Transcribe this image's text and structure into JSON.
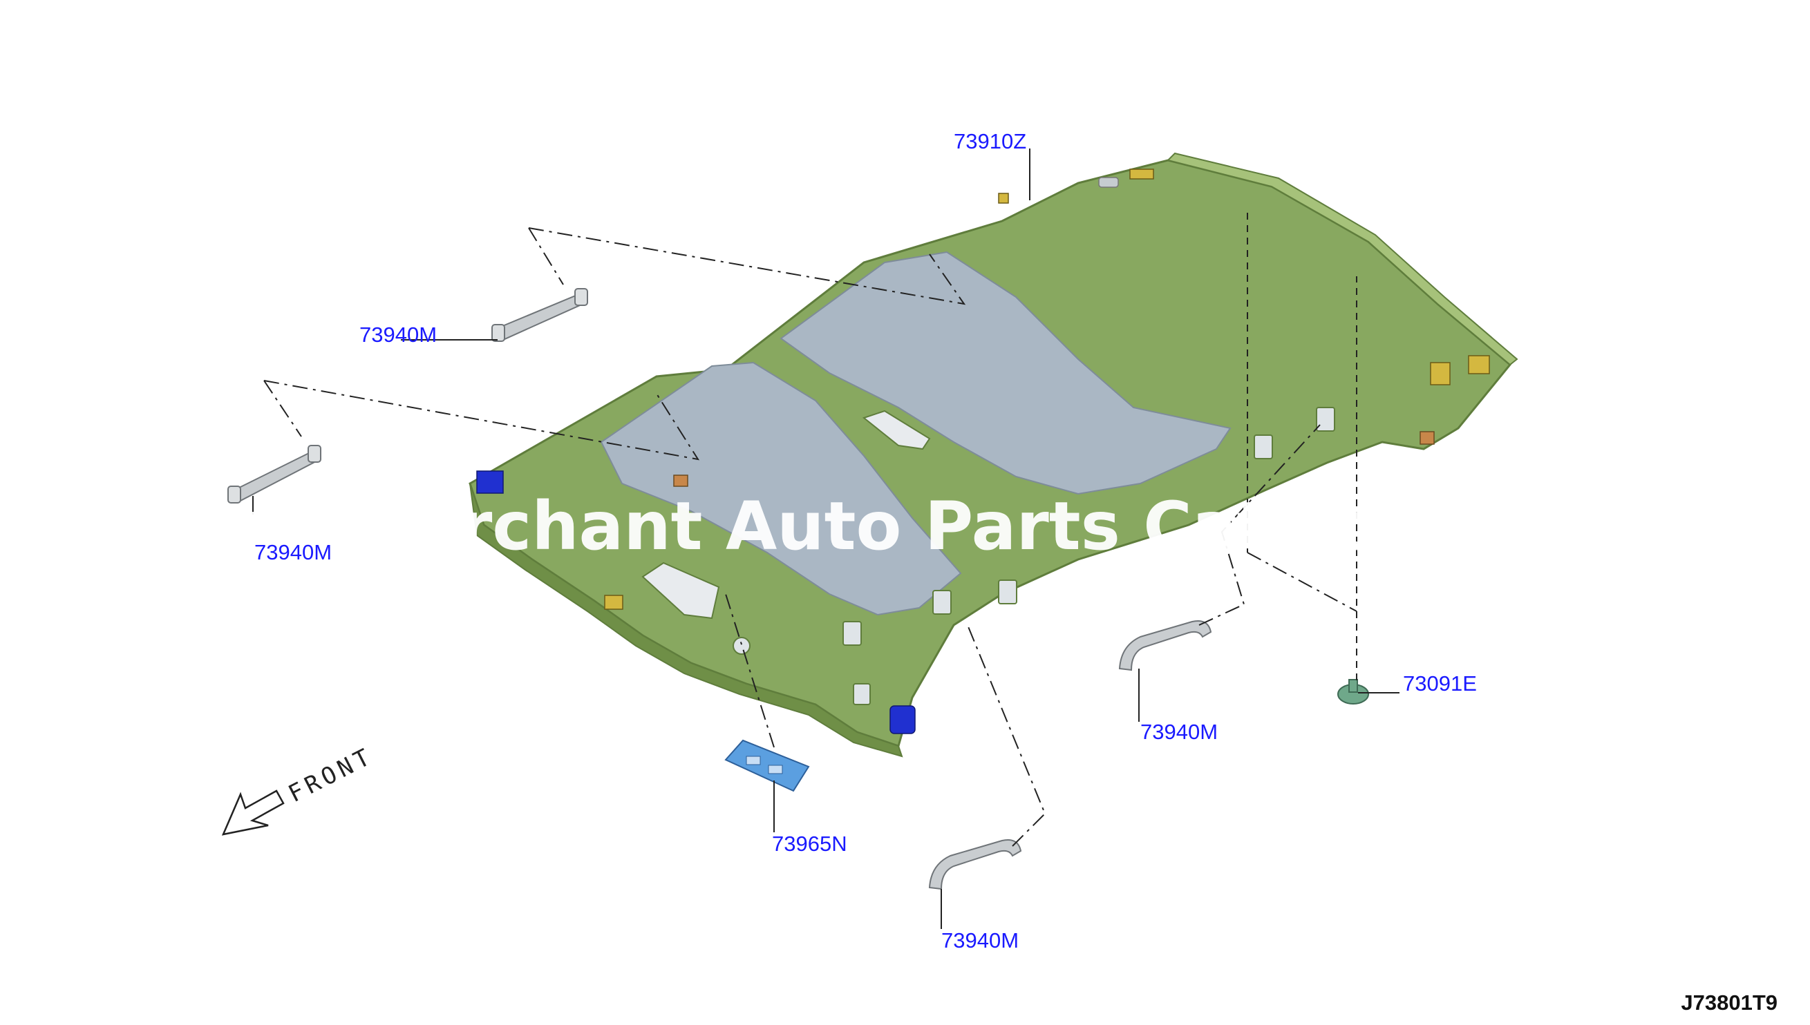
{
  "diagram": {
    "callouts": {
      "headlining": "73910Z",
      "grip_rear_left": "73940M",
      "grip_front_left": "73940M",
      "grip_rear_right": "73940M",
      "grip_front_right": "73940M",
      "clip": "73091E",
      "holder": "73965N"
    },
    "front_label": "FRONT",
    "watermark": "Nissan Merchant Auto Parts Catalog Partner",
    "drawing_code": "J73801T9",
    "colors": {
      "headlining": "#88a860",
      "headlining_edge": "#5f7d3c",
      "roof_panel": "#aab7c4",
      "grip": "#c9cdd0",
      "clip": "#6fa88a",
      "holder": "#5b9fe0",
      "connector_blue": "#2030d0",
      "callout_text": "#1a1aff"
    }
  }
}
